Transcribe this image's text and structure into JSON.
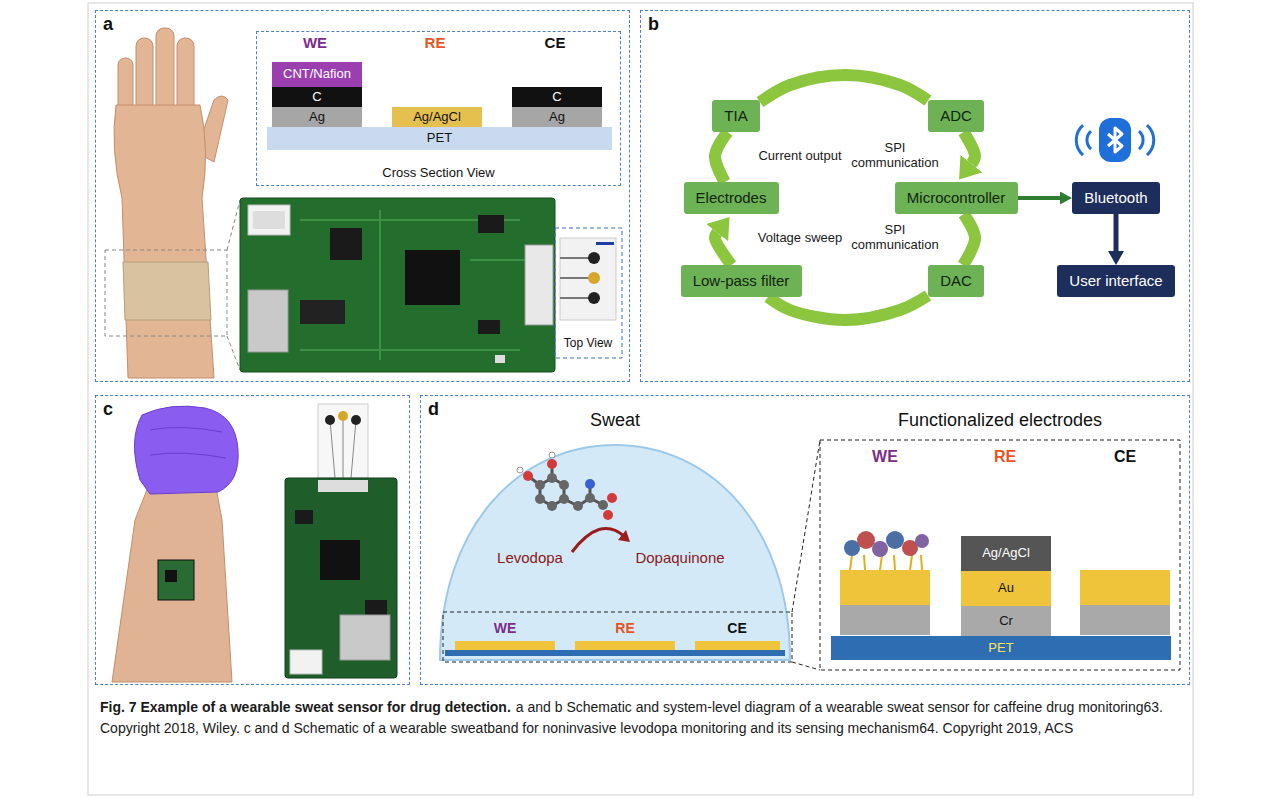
{
  "diagram": {
    "title": "Fig. 7 Example of a wearable sweat sensor for drug detection.",
    "caption": "a and b Schematic and system-level diagram of a wearable sweat sensor for caffeine drug monitoring63. Copyright 2018, Wiley. c and d Schematic of a wearable sweatband for noninvasive levodopa monitoring and its sensing mechanism64. Copyright 2019, ACS",
    "nodes": [
      {
        "text": [
          "a"
        ]
      },
      {
        "text": [
          "Cross Section View"
        ],
        "in": 0
      },
      {
        "text": [
          "CNT/Nafion"
        ],
        "in": 1
      },
      {
        "text": [
          "C"
        ],
        "in": 1
      },
      {
        "text": [
          "Ag"
        ],
        "in": 1
      },
      {
        "text": [
          "Ag/AgCl"
        ],
        "in": 1
      },
      {
        "text": [
          "C"
        ],
        "in": 1
      },
      {
        "text": [
          "Ag"
        ],
        "in": 1
      },
      {
        "text": [
          "PET"
        ],
        "in": 1
      },
      {
        "text": [
          "b"
        ]
      },
      {
        "text": [
          "TIA"
        ],
        "in": 9
      },
      {
        "text": [
          "ADC"
        ],
        "in": 9
      },
      {
        "text": [
          "Electrodes"
        ],
        "in": 9
      },
      {
        "text": [
          "Microcontroller"
        ],
        "in": 9
      },
      {
        "text": [
          "Low-pass filter"
        ],
        "in": 9
      },
      {
        "text": [
          "DAC"
        ],
        "in": 9
      },
      {
        "text": [
          "Bluetooth"
        ],
        "in": 9
      },
      {
        "text": [
          "User interface"
        ],
        "in": 9
      },
      {
        "text": [
          "c"
        ]
      },
      {
        "text": [
          "d"
        ]
      },
      {
        "text": [
          "Ag/AgCl"
        ],
        "in": 19
      },
      {
        "text": [
          "Au"
        ],
        "in": 19
      },
      {
        "text": [
          "Cr"
        ],
        "in": 19
      },
      {
        "text": [
          "PET"
        ],
        "in": 19
      }
    ],
    "edges": [
      {
        "from": 10,
        "to": 11,
        "arrow": "none"
      },
      {
        "from": 11,
        "to": 13,
        "label": "SPI communication",
        "arrow": "to"
      },
      {
        "from": 13,
        "to": 15,
        "label": "SPI communication",
        "arrow": "none"
      },
      {
        "from": 15,
        "to": 14,
        "arrow": "none"
      },
      {
        "from": 14,
        "to": 12,
        "label": "Voltage sweep",
        "arrow": "to"
      },
      {
        "from": 12,
        "to": 10,
        "label": "Current output",
        "arrow": "none"
      },
      {
        "from": 13,
        "to": 16,
        "arrow": "to"
      },
      {
        "from": 16,
        "to": 17,
        "arrow": "to"
      }
    ],
    "labels": [
      "WE",
      "RE",
      "CE",
      "Top View",
      "Sweat",
      "Functionalized electrodes",
      "Levodopa",
      "Dopaquinone",
      "WE",
      "RE",
      "CE",
      "WE",
      "RE",
      "CE"
    ]
  }
}
